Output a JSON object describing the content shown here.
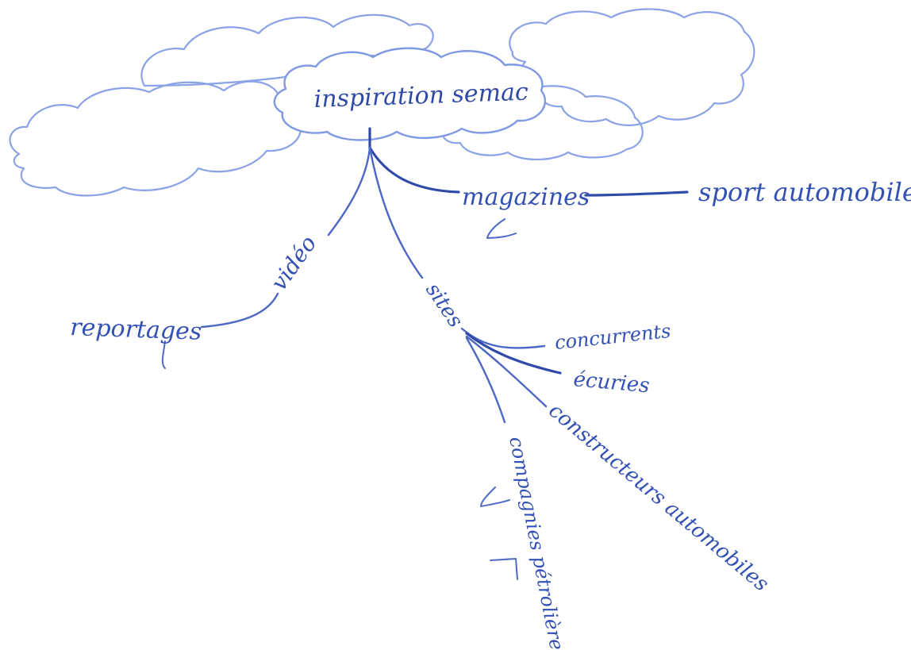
{
  "diagram": {
    "center": {
      "label": "inspiration semac"
    },
    "branches": {
      "magazines": {
        "label": "magazines"
      },
      "sport": {
        "label": "sport automobile"
      },
      "video": {
        "label": "vidéo"
      },
      "reportages": {
        "label": "reportages"
      },
      "sites": {
        "label": "sites"
      },
      "concurrents": {
        "label": "concurrents"
      },
      "ecuries": {
        "label": "écuries"
      },
      "constructeurs": {
        "label": "constructeurs automobiles"
      },
      "compagnies": {
        "label": "compagnies pétrolières"
      }
    },
    "colors": {
      "cloud": "#8aa2e6",
      "ink_dark": "#2f4aa8",
      "ink_mid": "#4d68c4",
      "text": "#3350b3"
    }
  }
}
